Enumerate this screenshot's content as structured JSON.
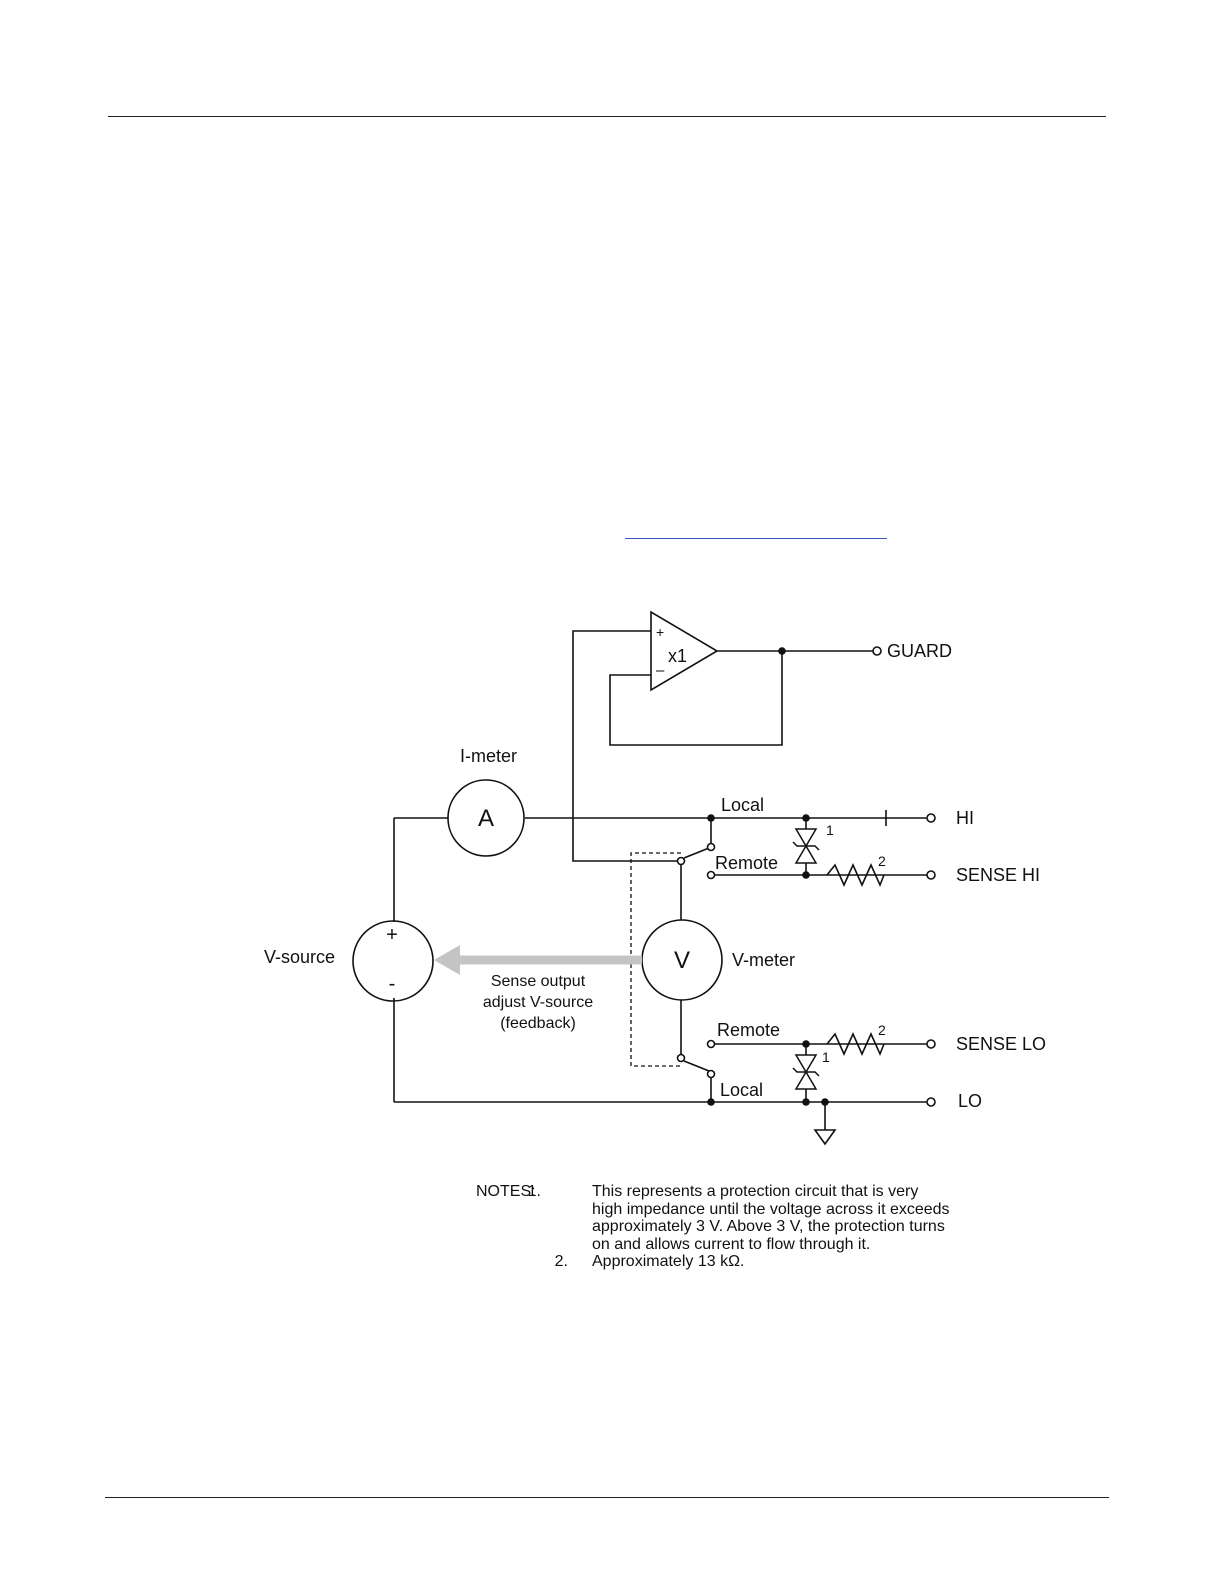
{
  "schematic": {
    "amplifier": {
      "plus": "+",
      "minus": "–",
      "gain": "x1"
    },
    "terminals": {
      "guard": "GUARD",
      "hi": "HI",
      "sense_hi": "SENSE HI",
      "sense_lo": "SENSE LO",
      "lo": "LO"
    },
    "i_meter": {
      "label": "I-meter",
      "symbol": "A"
    },
    "v_meter": {
      "label": "V-meter",
      "symbol": "V"
    },
    "v_source": {
      "label": "V-source",
      "plus": "+",
      "minus": "-"
    },
    "switch_hi": {
      "local": "Local",
      "remote": "Remote"
    },
    "switch_lo": {
      "local": "Local",
      "remote": "Remote"
    },
    "ref_protection": "1",
    "ref_resistor": "2",
    "feedback_label": [
      "Sense output",
      "adjust V-source",
      "(feedback)"
    ]
  },
  "notes": {
    "heading": "NOTES:",
    "items": [
      {
        "number": "1.",
        "lines": [
          "This represents a protection circuit that is very",
          "high impedance until the voltage across it exceeds",
          "approximately 3 V. Above 3 V, the protection turns",
          "on and allows current to flow through it."
        ]
      },
      {
        "number": "2.",
        "lines": [
          "Approximately 13 kΩ."
        ]
      }
    ]
  },
  "colors": {
    "wire": "#111111",
    "feedback_arrow": "#c4c4c4",
    "link_underline": "#3a56b8"
  }
}
